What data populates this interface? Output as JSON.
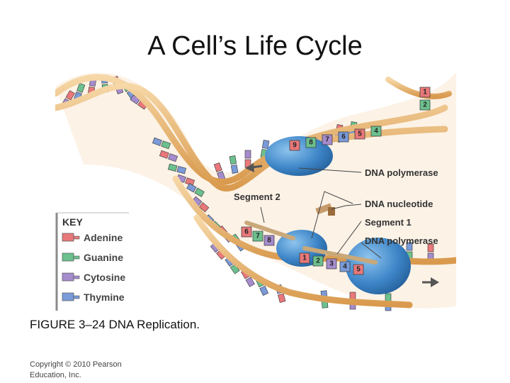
{
  "title": "A Cell’s Life Cycle",
  "caption": "FIGURE 3–24 DNA Replication.",
  "copyright_lines": [
    "Copyright © 2010 Pearson",
    "Education, Inc."
  ],
  "labels": {
    "dna_polymerase_top": "DNA polymerase",
    "segment_2": "Segment 2",
    "dna_nucleotide": "DNA nucleotide",
    "segment_1": "Segment 1",
    "dna_polymerase_bottom": "DNA polymerase"
  },
  "key": {
    "title": "KEY",
    "items": [
      {
        "label": "Adenine",
        "color": "#e8787a"
      },
      {
        "label": "Guanine",
        "color": "#6cc08d"
      },
      {
        "label": "Cytosine",
        "color": "#a58ccd"
      },
      {
        "label": "Thymine",
        "color": "#7a9ad8"
      }
    ]
  },
  "numbers": {
    "top_strand": [
      "9",
      "8",
      "7",
      "6",
      "5",
      "4"
    ],
    "top_right": [
      "1",
      "2"
    ],
    "segment_2": [
      "6",
      "7",
      "8"
    ],
    "segment_1": [
      "1",
      "2",
      "3",
      "4",
      "5"
    ]
  },
  "colors": {
    "backbone": "#e7b675",
    "backbone_edge": "#c98a3e",
    "polymerase": "#3e86c8",
    "arrow": "#555555"
  }
}
